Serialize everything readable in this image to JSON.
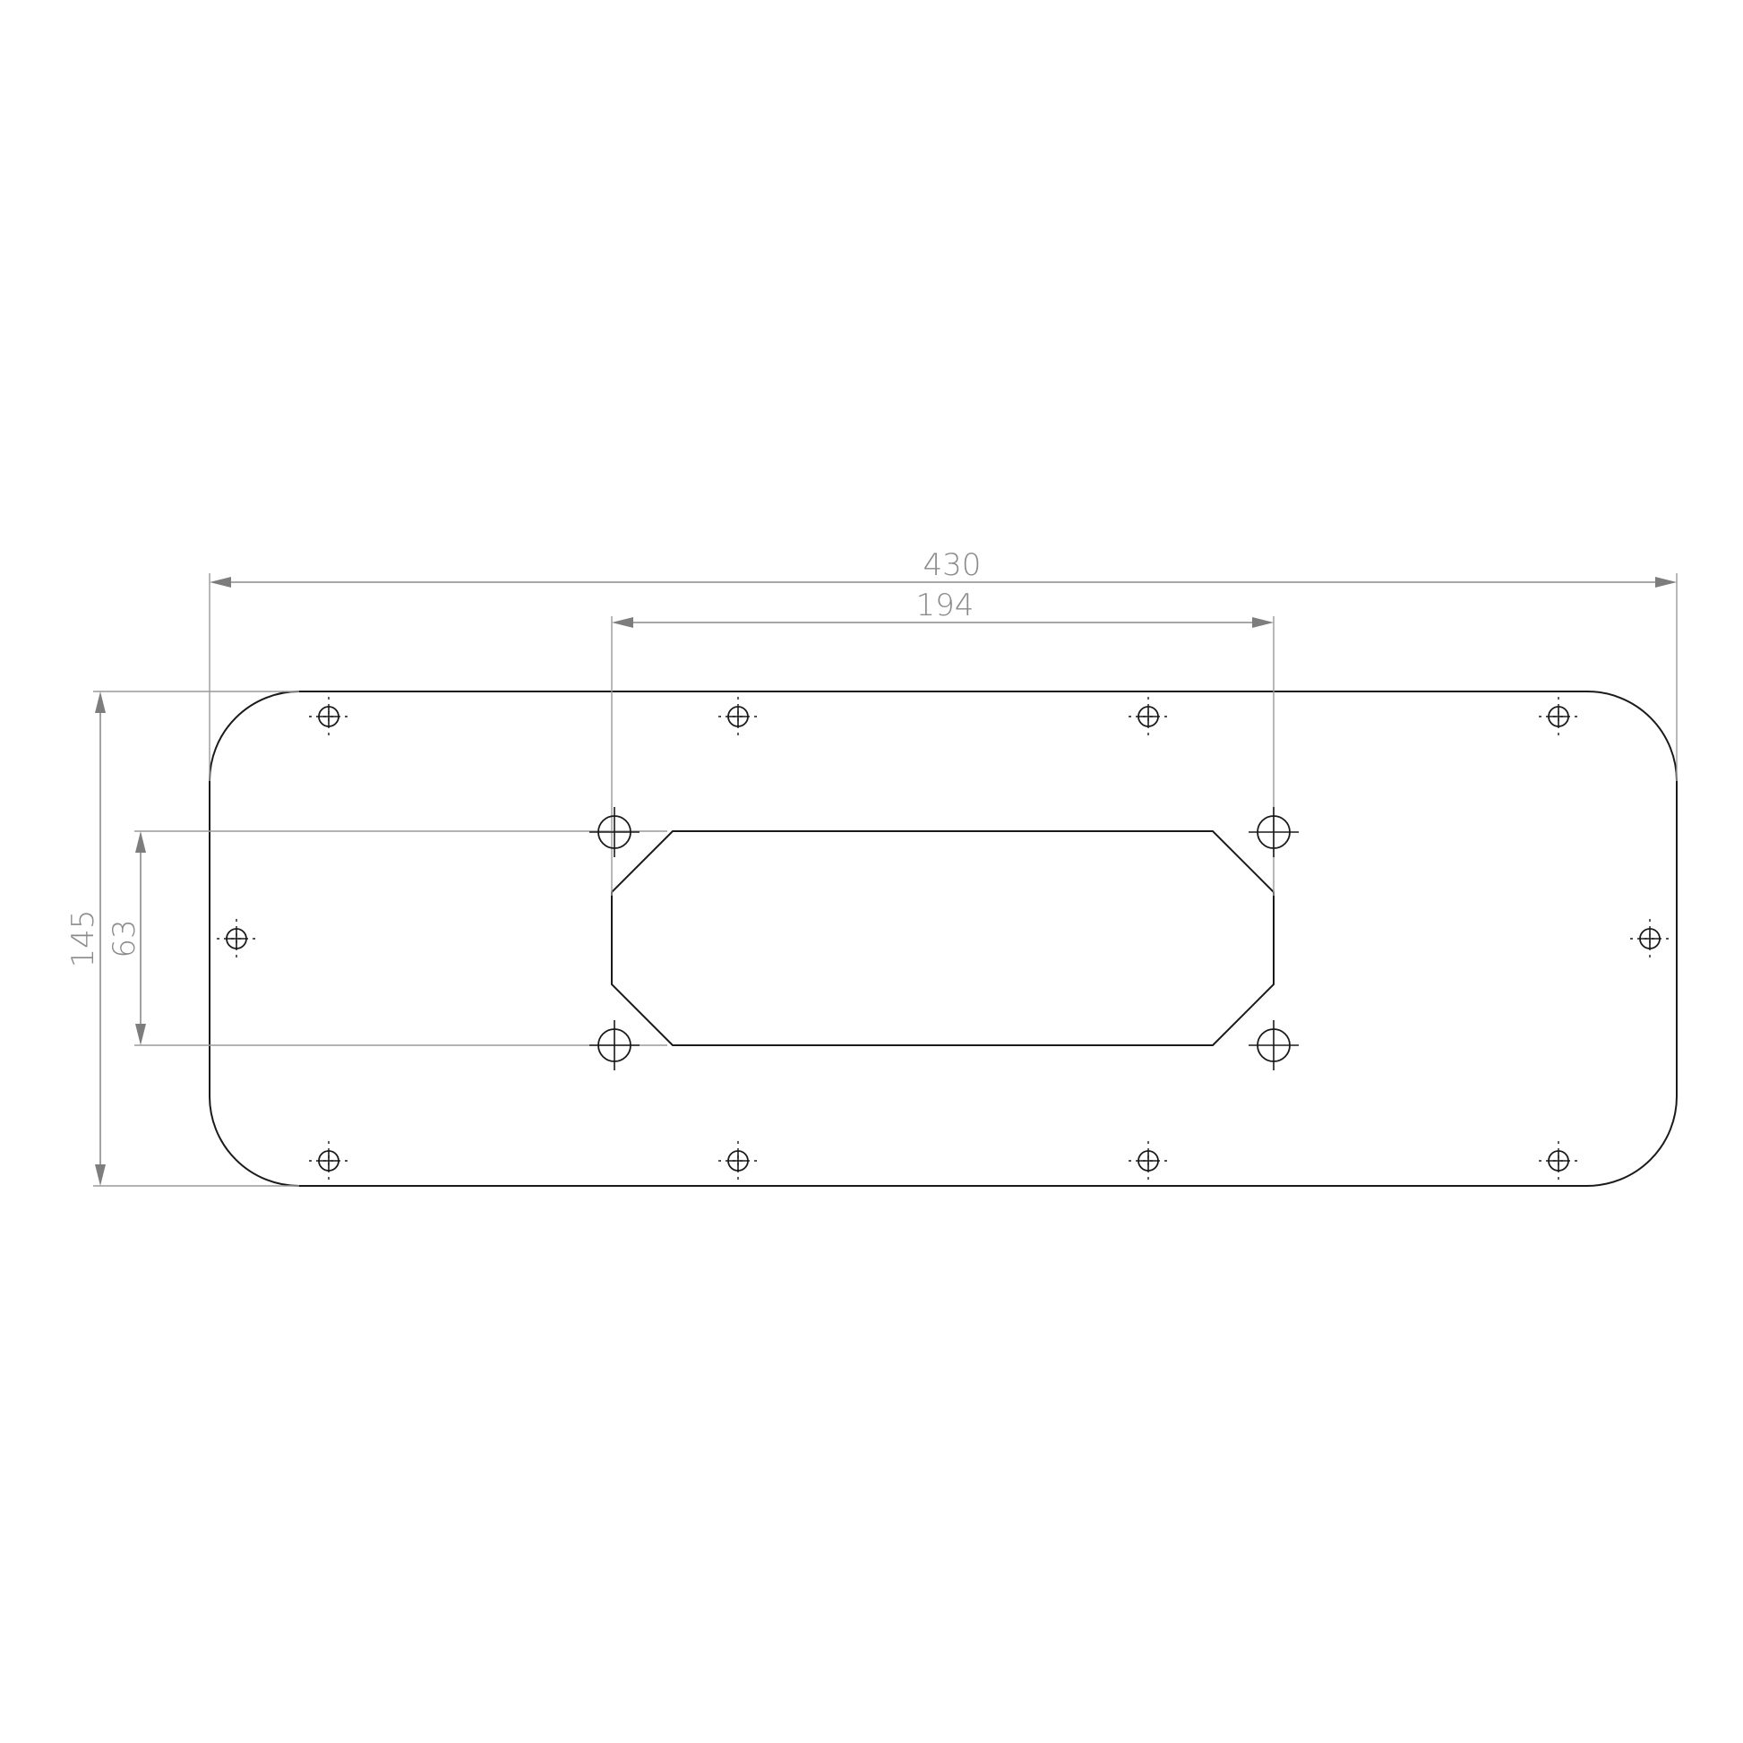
{
  "dimensions": {
    "overall_width": "430",
    "cutout_width": "194",
    "overall_height": "145",
    "cutout_height": "63"
  },
  "colors": {
    "outline": "#1a1a1a",
    "dimension": "#8a8a8a"
  },
  "holes": {
    "small_count": 10,
    "large_count": 4
  }
}
